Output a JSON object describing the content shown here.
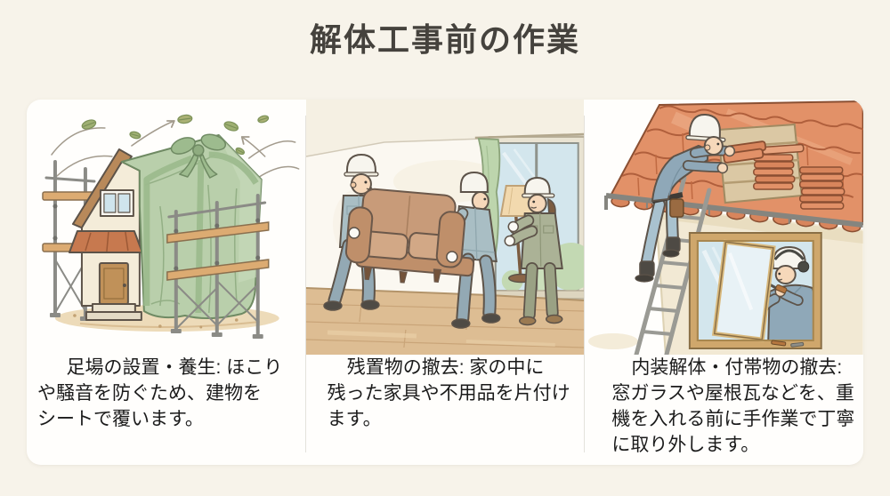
{
  "page": {
    "title": "解体工事前の作業"
  },
  "colors": {
    "background": "#f7f3ea",
    "card": "#fffefc",
    "title_text": "#45423d",
    "caption_text": "#1b1b1b",
    "divider": "#e4e2dc",
    "sheet_green": "#b9cfab",
    "ribbon_green": "#9dbb8e",
    "tile_terracotta": "#e29168",
    "uniform_blue_gray": "#a9bec4",
    "uniform_green": "#abb296",
    "sofa_tan": "#c89b79",
    "wood_floor": "#ddbd93",
    "scaffold_gray": "#8b8b86",
    "helmet_white": "#f7f5ee"
  },
  "panels": [
    {
      "name": "scaffolding-and-sheeting",
      "illustration": "house-wrapped-in-green-protective-sheet-with-bow-scaffolding-and-blowing-leaves",
      "caption_lines": {
        "0": "足場の設置・養生: ほこり",
        "1": "や騒音を防ぐため、建物を",
        "2": "シートで覆います。"
      }
    },
    {
      "name": "leftover-items-removal",
      "illustration": "two-workers-carrying-sofa-and-woman-carrying-floor-lamp-in-room",
      "caption_lines": {
        "0": "残置物の撤去: 家の中に",
        "1": "残った家具や不用品を片付け",
        "2": "ます。"
      }
    },
    {
      "name": "interior-and-fixture-removal",
      "illustration": "worker-on-ladder-removing-roof-tiles-and-worker-removing-window-glass",
      "caption_lines": {
        "0": "内装解体・付帯物の撤去:",
        "1": "窓ガラスや屋根瓦などを、重",
        "2": "機を入れる前に手作業で丁寧",
        "3": "に取り外します。"
      }
    }
  ]
}
